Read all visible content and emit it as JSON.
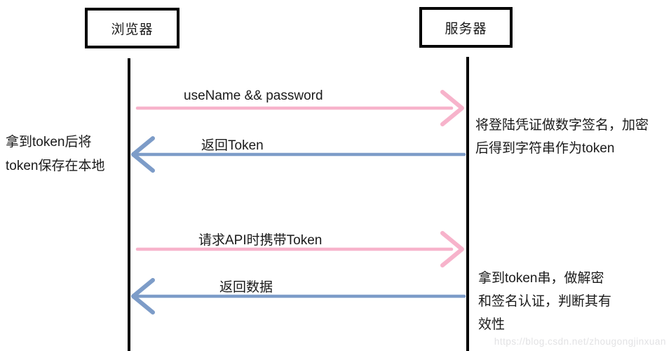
{
  "diagram": {
    "actors": [
      {
        "id": "browser",
        "label": "浏览器"
      },
      {
        "id": "server",
        "label": "服务器"
      }
    ],
    "messages": [
      {
        "label": "useName && password",
        "from": "browser",
        "to": "server",
        "direction": "right",
        "color_name": "pink"
      },
      {
        "label": "返回Token",
        "from": "server",
        "to": "browser",
        "direction": "left",
        "color_name": "blue"
      },
      {
        "label": "请求API时携带Token",
        "from": "browser",
        "to": "server",
        "direction": "right",
        "color_name": "pink"
      },
      {
        "label": "返回数据",
        "from": "server",
        "to": "browser",
        "direction": "left",
        "color_name": "blue"
      }
    ],
    "notes": {
      "left": {
        "line1": "拿到token后将",
        "line2": "token保存在本地"
      },
      "right_top": {
        "line1": "将登陆凭证做数字签名，加密",
        "line2": "后得到字符串作为token"
      },
      "right_bottom": {
        "line1": "拿到token串，做解密",
        "line2": "和签名认证，判断其有",
        "line3": "效性"
      }
    },
    "colors": {
      "arrow_pink": "#f7b3cb",
      "arrow_blue": "#7d9cc8",
      "lifeline": "#000000",
      "text": "#1a1a1a",
      "watermark": "#e2e2e4"
    },
    "watermark": "https://blog.csdn.net/zhougongjinxuan"
  }
}
